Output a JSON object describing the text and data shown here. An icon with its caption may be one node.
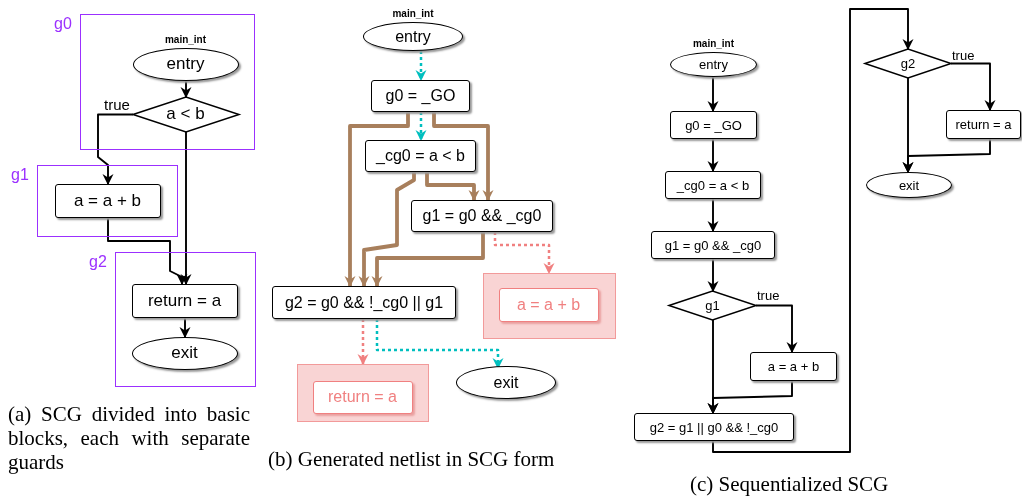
{
  "diagram": {
    "nodes": [
      {
        "text": [
          "g0"
        ]
      },
      {
        "text": [
          "entry"
        ],
        "beside": [
          "main_int"
        ],
        "in": 0
      },
      {
        "text": [
          "a < b"
        ],
        "in": 0
      },
      {
        "text": [
          "g1"
        ]
      },
      {
        "text": [
          "a = a + b"
        ],
        "in": 3
      },
      {
        "text": [
          "g2"
        ]
      },
      {
        "text": [
          "return = a"
        ],
        "in": 5
      },
      {
        "text": [
          "exit"
        ],
        "in": 5
      },
      {
        "text": [
          "entry"
        ],
        "beside": [
          "main_int"
        ]
      },
      {
        "text": [
          "g0 = _GO"
        ]
      },
      {
        "text": [
          "_cg0 = a < b"
        ]
      },
      {
        "text": [
          "g1 = g0 && _cg0"
        ]
      },
      {
        "text": [],
        "shape": "box"
      },
      {
        "text": [
          "a = a + b"
        ],
        "in": 12
      },
      {
        "text": [
          "g2 = g0 && !_cg0 || g1"
        ]
      },
      {
        "text": [],
        "shape": "box"
      },
      {
        "text": [
          "return = a"
        ],
        "in": 15
      },
      {
        "text": [
          "exit"
        ]
      },
      {
        "text": [
          "entry"
        ],
        "beside": [
          "main_int"
        ]
      },
      {
        "text": [
          "g0 = _GO"
        ]
      },
      {
        "text": [
          "_cg0 = a < b"
        ]
      },
      {
        "text": [
          "g1 = g0 && _cg0"
        ]
      },
      {
        "text": [
          "g1"
        ]
      },
      {
        "text": [
          "a = a + b"
        ]
      },
      {
        "text": [
          "g2 = g1 || g0 && !_cg0"
        ]
      },
      {
        "text": [
          "g2"
        ]
      },
      {
        "text": [
          "return = a"
        ]
      },
      {
        "text": [
          "exit"
        ]
      }
    ],
    "edges": [
      {
        "from": 1,
        "to": 2,
        "arrow": "to"
      },
      {
        "from": 2,
        "to": 4,
        "arrow": "to",
        "label": "true"
      },
      {
        "from": 2,
        "to": 6,
        "arrow": "to"
      },
      {
        "from": 4,
        "to": 6,
        "arrow": "to"
      },
      {
        "from": 6,
        "to": 7,
        "arrow": "to"
      },
      {
        "from": 8,
        "to": 9,
        "arrow": "to",
        "style": "dashed",
        "color": "#00bfbf"
      },
      {
        "from": 9,
        "to": 10,
        "arrow": "to",
        "style": "dashed",
        "color": "#00bfbf"
      },
      {
        "from": 9,
        "to": 11,
        "arrow": "to",
        "style": "thick",
        "color": "#a87f5c"
      },
      {
        "from": 9,
        "to": 14,
        "arrow": "to",
        "style": "thick",
        "color": "#a87f5c"
      },
      {
        "from": 10,
        "to": 11,
        "arrow": "to",
        "style": "thick",
        "color": "#a87f5c"
      },
      {
        "from": 10,
        "to": 14,
        "arrow": "to",
        "style": "thick",
        "color": "#a87f5c"
      },
      {
        "from": 11,
        "to": 14,
        "arrow": "to",
        "style": "thick",
        "color": "#a87f5c"
      },
      {
        "from": 11,
        "to": 12,
        "arrow": "to",
        "style": "dashed",
        "color": "#f08080"
      },
      {
        "from": 14,
        "to": 15,
        "arrow": "to",
        "style": "dashed",
        "color": "#f08080"
      },
      {
        "from": 14,
        "to": 17,
        "arrow": "to",
        "style": "dashed",
        "color": "#00bfbf"
      },
      {
        "from": 18,
        "to": 19,
        "arrow": "to"
      },
      {
        "from": 19,
        "to": 20,
        "arrow": "to"
      },
      {
        "from": 20,
        "to": 21,
        "arrow": "to"
      },
      {
        "from": 21,
        "to": 22,
        "arrow": "to"
      },
      {
        "from": 22,
        "to": 23,
        "arrow": "to",
        "label": "true"
      },
      {
        "from": 22,
        "to": 24,
        "arrow": "to"
      },
      {
        "from": 23,
        "to": 24,
        "arrow": "to"
      },
      {
        "from": 24,
        "to": 25,
        "arrow": "to"
      },
      {
        "from": 25,
        "to": 26,
        "arrow": "to",
        "label": "true"
      },
      {
        "from": 25,
        "to": 27,
        "arrow": "to"
      },
      {
        "from": 26,
        "to": 27,
        "arrow": "to"
      }
    ],
    "labels": [
      "(a) SCG divided into basic blocks, each with separate guards",
      "(b) Generated netlist in SCG form",
      "(c) Sequentialized SCG"
    ]
  }
}
